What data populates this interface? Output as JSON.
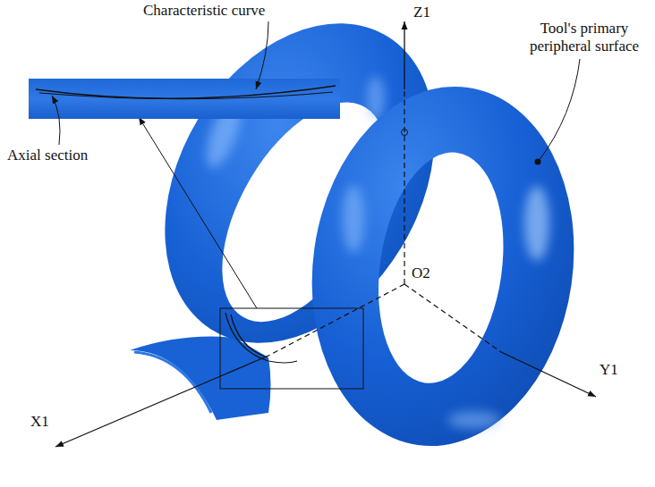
{
  "diagram": {
    "labels": [
      "Characteristic curve",
      "Tool's primary peripheral surface",
      "Axial section",
      "Z1",
      "O2",
      "X1",
      "Y1"
    ]
  }
}
